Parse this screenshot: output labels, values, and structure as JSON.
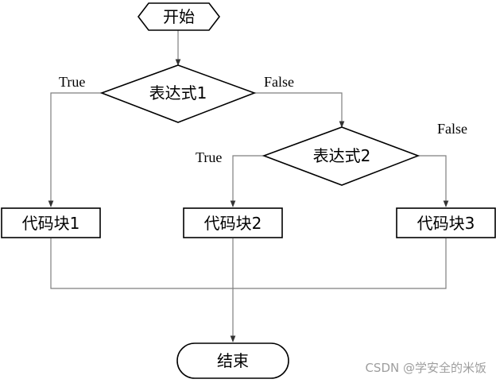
{
  "nodes": {
    "start": "开始",
    "cond1": "表达式1",
    "cond2": "表达式2",
    "block1": "代码块1",
    "block2": "代码块2",
    "block3": "代码块3",
    "end": "结束"
  },
  "edges": {
    "cond1_true": "True",
    "cond1_false": "False",
    "cond2_true": "True",
    "cond2_false": "False"
  },
  "watermark": "CSDN @学安全的米饭",
  "colors": {
    "stroke": "#000000",
    "connector": "#7f7f7f",
    "watermark": "#9e9e9e",
    "background": "#ffffff"
  }
}
